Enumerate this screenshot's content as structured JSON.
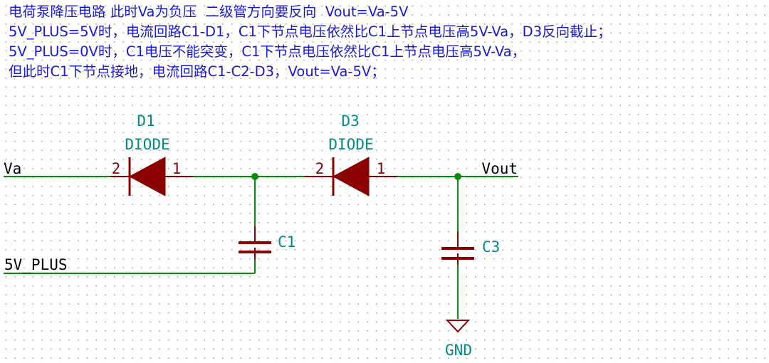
{
  "notes": [
    "电荷泵降压电路 此时Va为负压  二级管方向要反向  Vout=Va-5V",
    "5V_PLUS=5V时，电流回路C1-D1，C1下节点电压依然比C1上节点电压高5V-Va，D3反向截止；",
    "5V_PLUS=0V时，C1电压不能突变，C1下节点电压依然比C1上节点电压高5V-Va，",
    "但此时C1下节点接地，电流回路C1-C2-D3，Vout=Va-5V；"
  ],
  "components": {
    "d1": {
      "ref": "D1",
      "value": "DIODE",
      "pin_left": "2",
      "pin_right": "1"
    },
    "d3": {
      "ref": "D3",
      "value": "DIODE",
      "pin_left": "2",
      "pin_right": "1"
    },
    "c1": {
      "ref": "C1"
    },
    "c3": {
      "ref": "C3"
    },
    "gnd": {
      "label": "GND"
    }
  },
  "nets": {
    "va": "Va",
    "vout": "Vout",
    "plus": "5V_PLUS"
  },
  "colors": {
    "note_text": "#1a1ad0",
    "wire": "#0a8c0a",
    "component_body": "#8b0000",
    "ref_text": "#008b8b",
    "net_text": "#000000",
    "grid_dot": "#b4b4b4"
  }
}
